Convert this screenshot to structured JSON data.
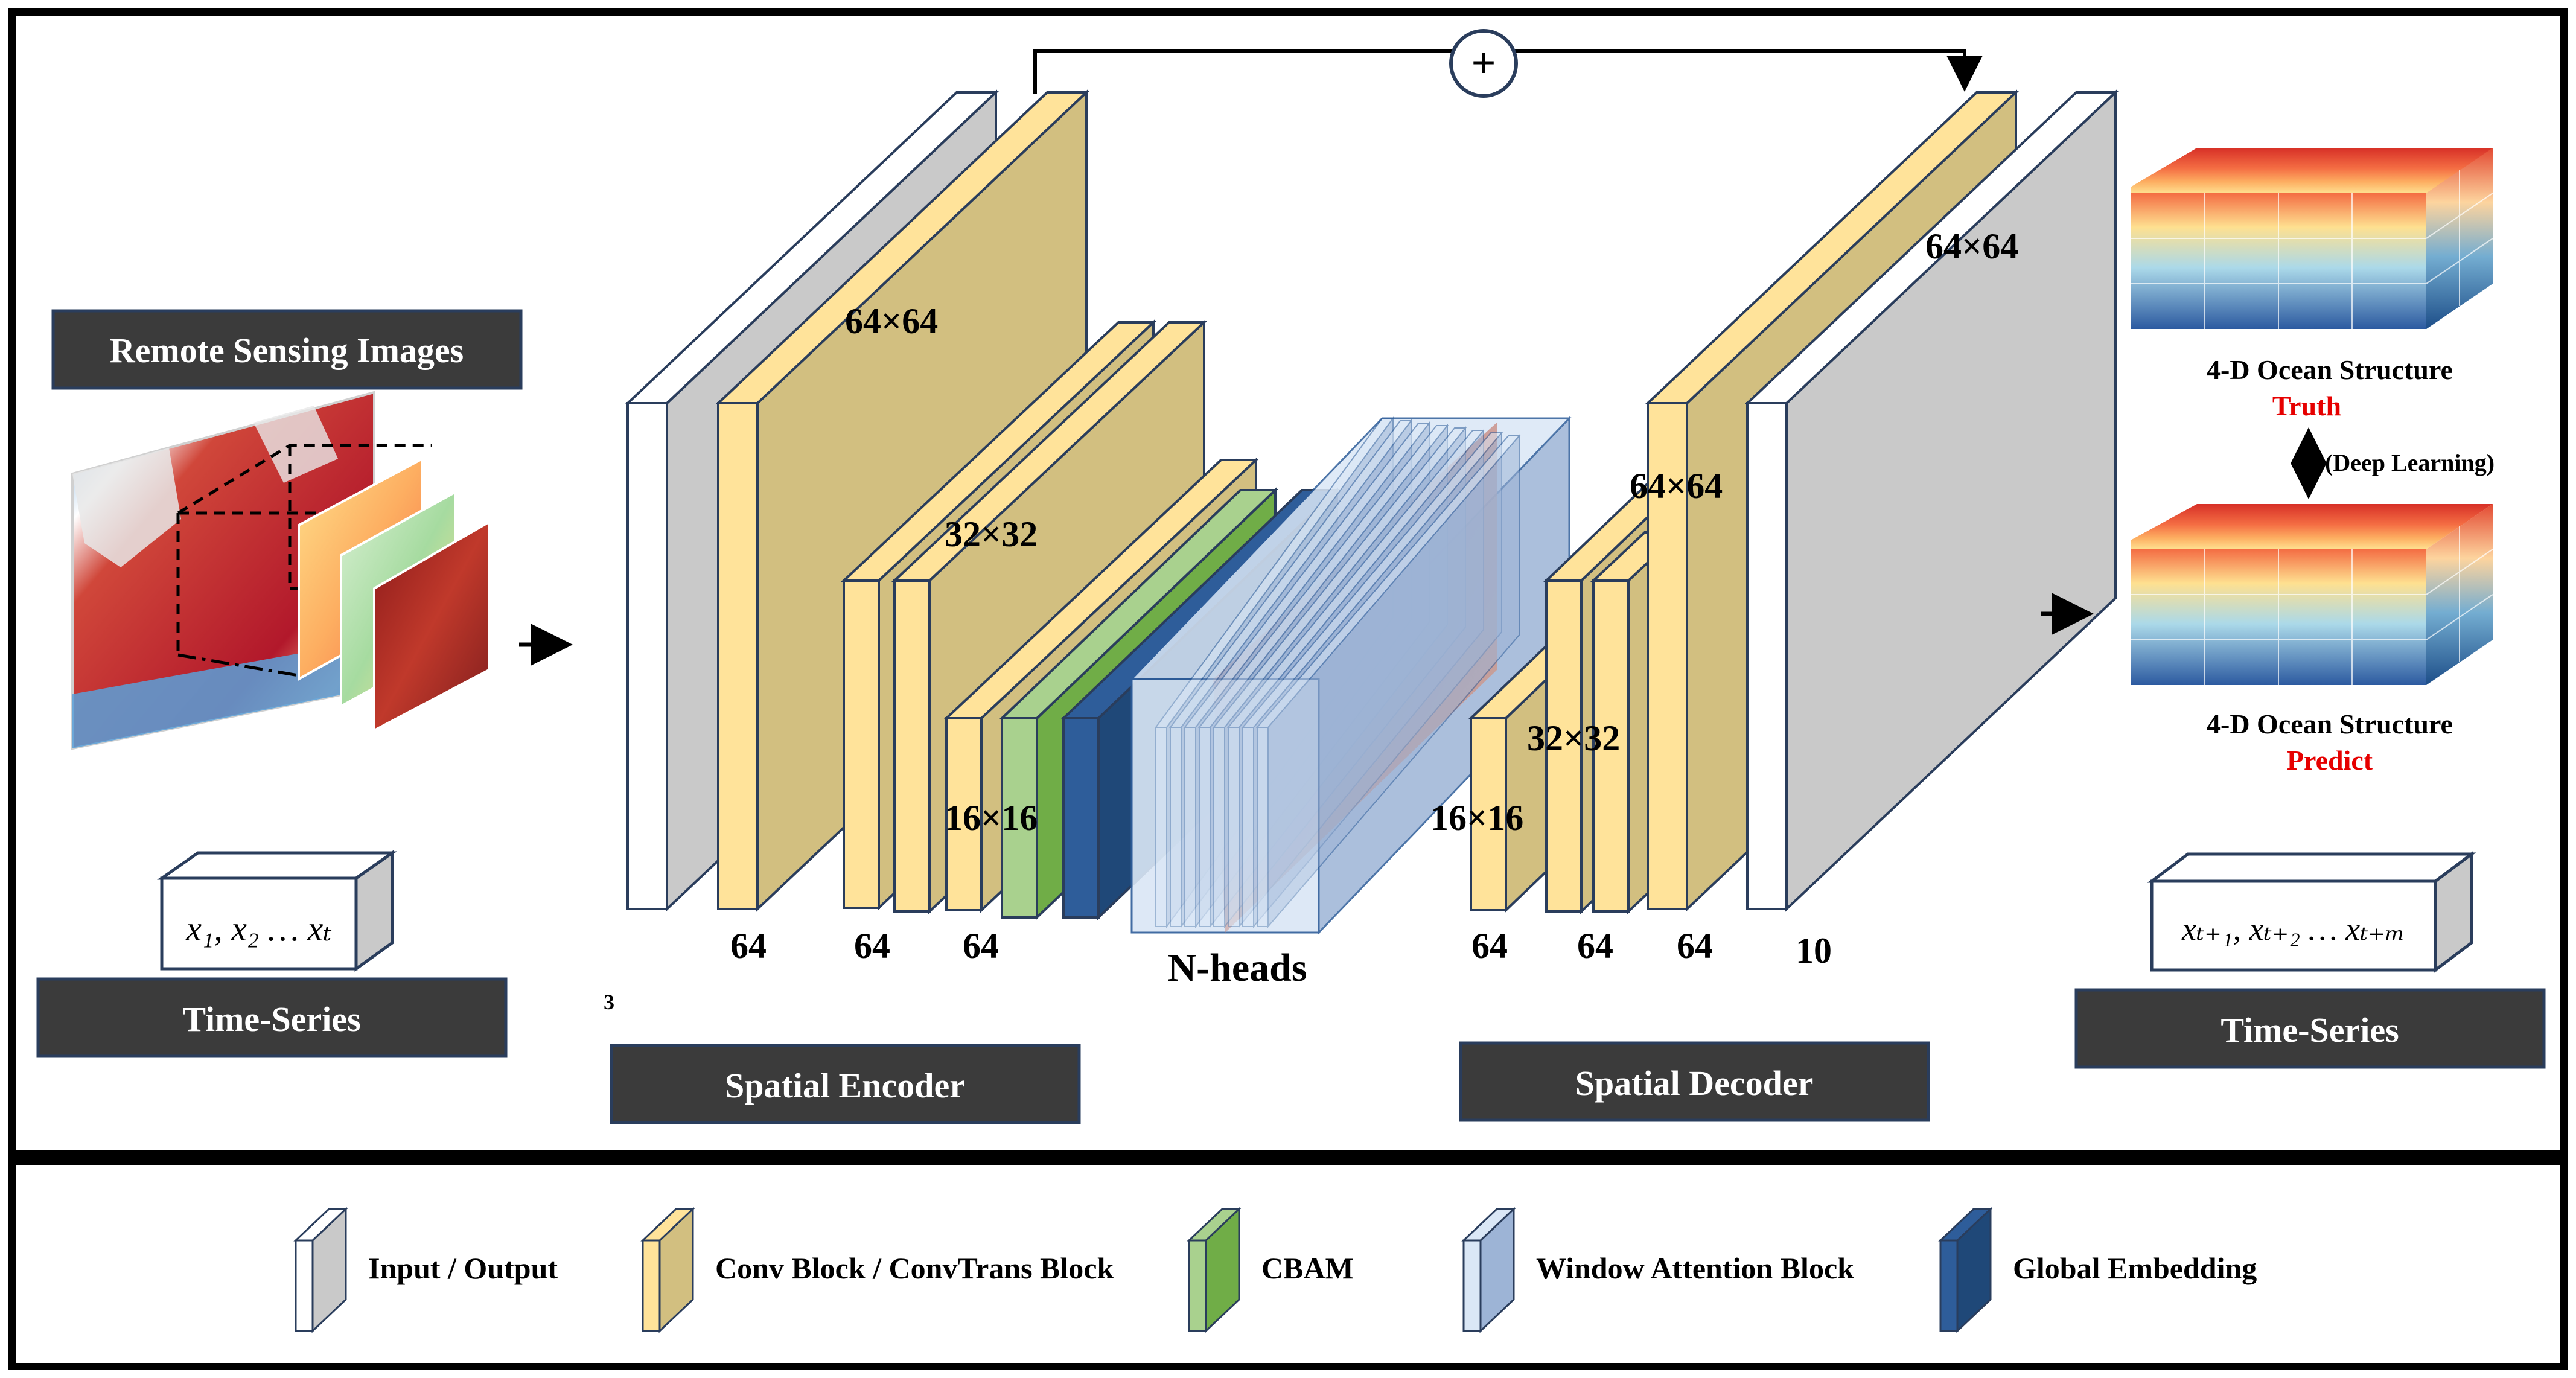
{
  "colors": {
    "io_front": "#ffffff",
    "io_side": "#c9c9c9",
    "conv_front": "#ffe39a",
    "conv_side": "#d2bf80",
    "cbam_front": "#a9d18e",
    "cbam_side": "#70ad47",
    "window_front": "#dae7f6",
    "window_side": "#9db4d6",
    "global_front": "#2e5d9a",
    "global_side": "#1f4878",
    "label_box": "#3b3b3b",
    "highlight": "#e60000"
  },
  "input": {
    "title": "Remote Sensing Images",
    "series_math": "x₁, x₂ … xₜ",
    "series_label": "Time-Series"
  },
  "encoder": {
    "label": "Spatial Encoder",
    "dim_large": "64×64",
    "dim_mid": "32×32",
    "dim_small": "16×16",
    "ch_1": "64",
    "ch_2": "64",
    "ch_3": "64",
    "footnote": "3"
  },
  "bottleneck": {
    "label": "N-heads",
    "plus": "+"
  },
  "decoder": {
    "label": "Spatial Decoder",
    "dim_small": "16×16",
    "dim_mid": "32×32",
    "dim_large": "64×64",
    "dim_output": "64×64",
    "ch_1": "64",
    "ch_2": "64",
    "ch_3": "64",
    "ch_out": "10"
  },
  "output": {
    "truth_title": "4-D Ocean Structure",
    "truth_tag": "Truth",
    "relation": "(Deep Learning)",
    "predict_title": "4-D Ocean Structure",
    "predict_tag": "Predict",
    "series_math": "xₜ₊₁, xₜ₊₂ … xₜ₊ₘ",
    "series_label": "Time-Series"
  },
  "legend": [
    {
      "label": "Input / Output",
      "key": "io"
    },
    {
      "label": "Conv Block / ConvTrans Block",
      "key": "conv"
    },
    {
      "label": "CBAM",
      "key": "cbam"
    },
    {
      "label": "Window Attention Block",
      "key": "window"
    },
    {
      "label": "Global Embedding",
      "key": "global"
    }
  ]
}
